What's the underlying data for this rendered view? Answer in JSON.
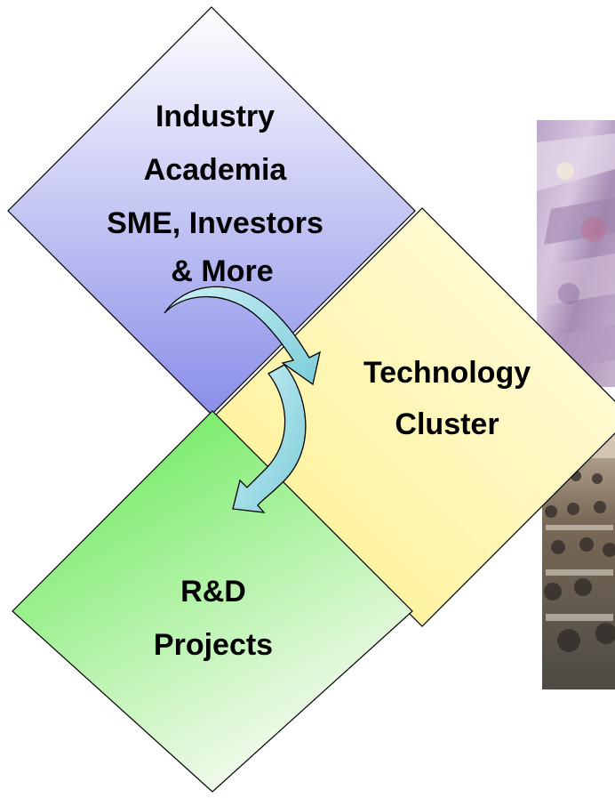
{
  "diagram": {
    "nodes": {
      "stakeholders": {
        "lines": [
          "Industry",
          "Academia",
          "SME, Investors",
          "& More"
        ]
      },
      "cluster": {
        "lines": [
          "Technology",
          "Cluster"
        ]
      },
      "projects": {
        "lines": [
          "R&D",
          "Projects"
        ]
      }
    },
    "colors": {
      "stakeholders_top": "#ffffff",
      "stakeholders_bottom": "#8a8ee8",
      "cluster_light": "#fffde8",
      "cluster_dark": "#fff08a",
      "projects_top": "#5be84a",
      "projects_bottom": "#f8fbf2",
      "arrow_fill_a": "#cbeef4",
      "arrow_fill_b": "#7ccdd9",
      "outline": "#000000"
    },
    "photos": {
      "top": "banknotes-photo",
      "bottom": "lecture-hall-photo"
    }
  }
}
